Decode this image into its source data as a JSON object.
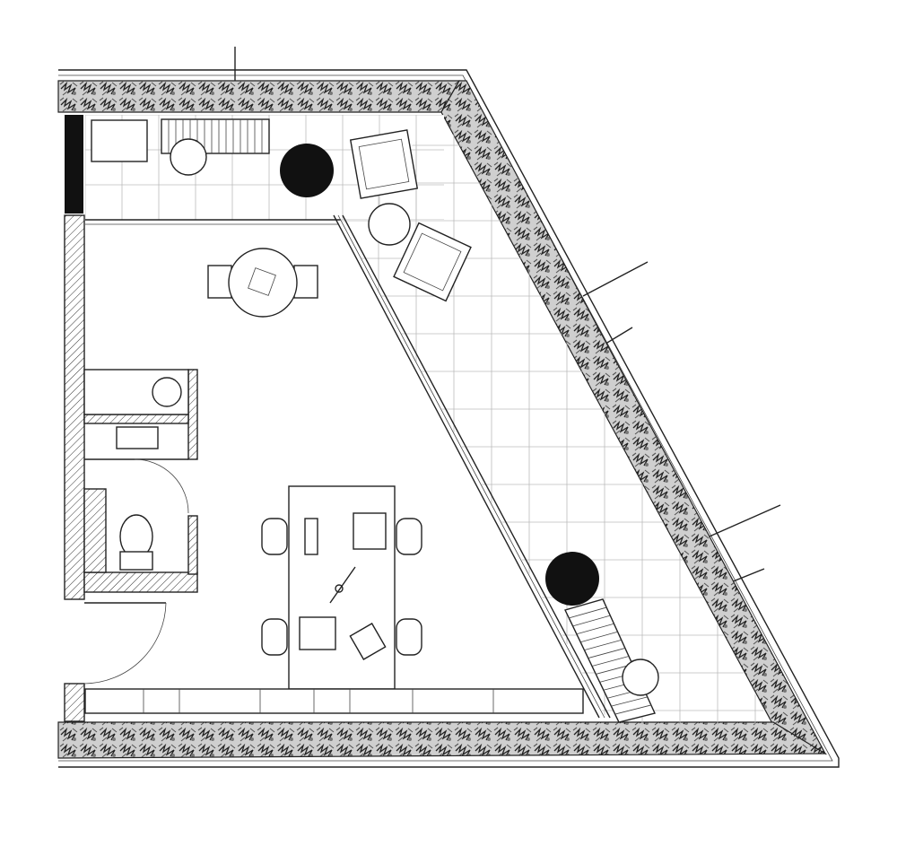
{
  "drawing": {
    "type": "floor-plan",
    "colors": {
      "line": "#222222",
      "planter": "#8a8a8a",
      "tile_grid": "#bbbbbb",
      "solid_fill": "#111111",
      "background": "#ffffff"
    },
    "elements": [
      "top-planter",
      "diagonal-planter",
      "bottom-planter",
      "entry-tiled-hall",
      "top-stair",
      "lounge-armchairs",
      "round-dining-table",
      "bathroom",
      "work-desk",
      "diagonal-glass-wall",
      "terrace-tiles",
      "terrace-stair",
      "built-in-bench"
    ]
  }
}
